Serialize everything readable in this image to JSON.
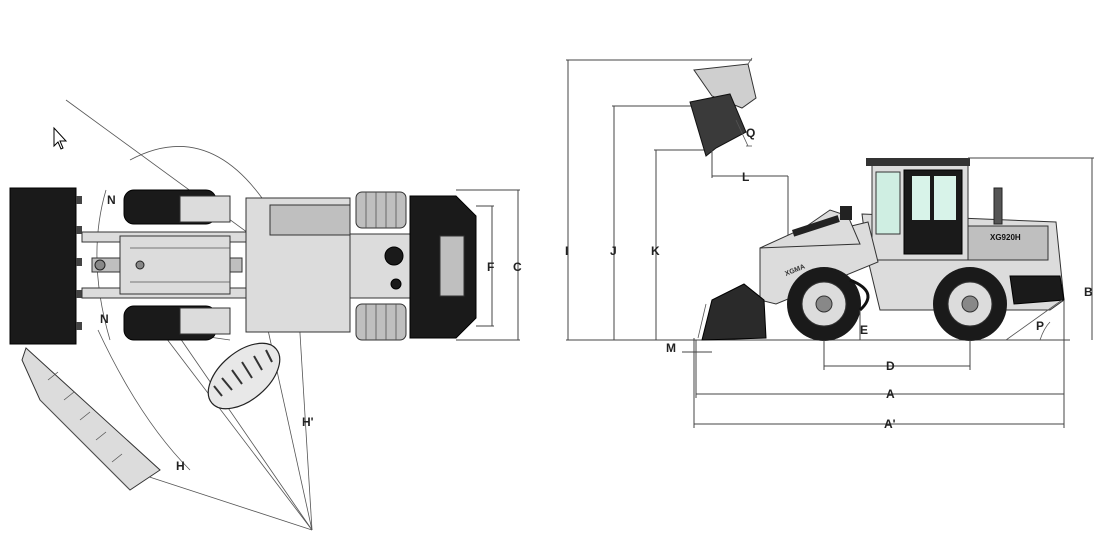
{
  "diagram": {
    "model_label": "XG920H",
    "brand_label": "XGMA",
    "top_view_labels": {
      "n_upper": "N",
      "n_lower": "N",
      "f": "F",
      "c": "C",
      "h": "H",
      "h_prime": "H'"
    },
    "side_view_labels": {
      "i": "I",
      "j": "J",
      "k": "K",
      "q": "Q",
      "l": "L",
      "m": "M",
      "e": "E",
      "d": "D",
      "a": "A",
      "a_prime": "A'",
      "b": "B",
      "p": "P"
    },
    "colors": {
      "line": "#444444",
      "body": "#dcdcdc",
      "tire": "#1a1a1a",
      "glass": "#cfeee2"
    }
  }
}
